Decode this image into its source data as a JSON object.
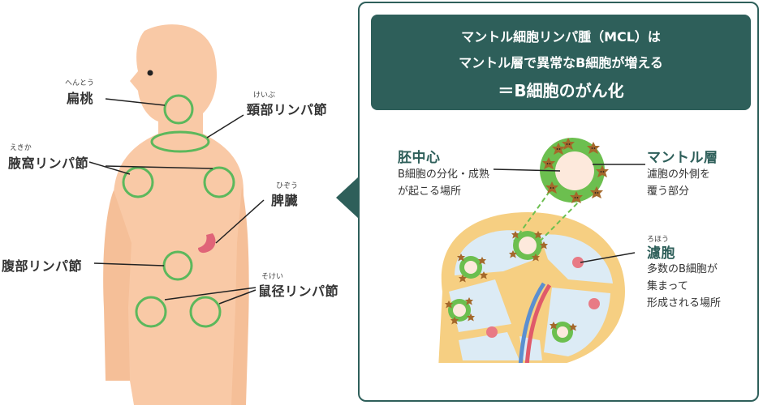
{
  "body_labels": {
    "tonsil": {
      "ruby": "へんとう",
      "label": "扁桃"
    },
    "cervical": {
      "ruby": "けいぶ",
      "label": "頸部リンパ節"
    },
    "axillary": {
      "ruby": "えきか",
      "label": "腋窩リンパ節"
    },
    "spleen": {
      "ruby": "ひぞう",
      "label": "脾臓"
    },
    "abdominal": {
      "label": "腹部リンパ節"
    },
    "inguinal": {
      "ruby": "そけい",
      "label": "鼠径リンパ節"
    }
  },
  "title": {
    "line1": "マントル細胞リンパ腫（MCL）は",
    "line2": "マントル層で異常なB細胞が増える",
    "line3": "＝B細胞のがん化"
  },
  "germinal_center": {
    "label": "胚中心",
    "desc1": "B細胞の分化・成熟",
    "desc2": "が起こる場所"
  },
  "mantle_layer": {
    "label": "マントル層",
    "desc1": "濾胞の外側を",
    "desc2": "覆う部分"
  },
  "follicle": {
    "ruby": "ろほう",
    "label": "濾胞",
    "desc1": "多数のB細胞が",
    "desc2": "集まって",
    "desc3": "形成される場所"
  },
  "colors": {
    "panel": "#2e5f5a",
    "skin": "#f9c9a6",
    "node_ring": "#5cb85c",
    "mantle": "#6cbf4f",
    "follicle_bg": "#dcebf5",
    "capsule": "#f6cf82",
    "germinal": "#fde9dc",
    "cell": "#a4682b",
    "artery": "#e05a6a",
    "vein": "#5b8fd0"
  }
}
